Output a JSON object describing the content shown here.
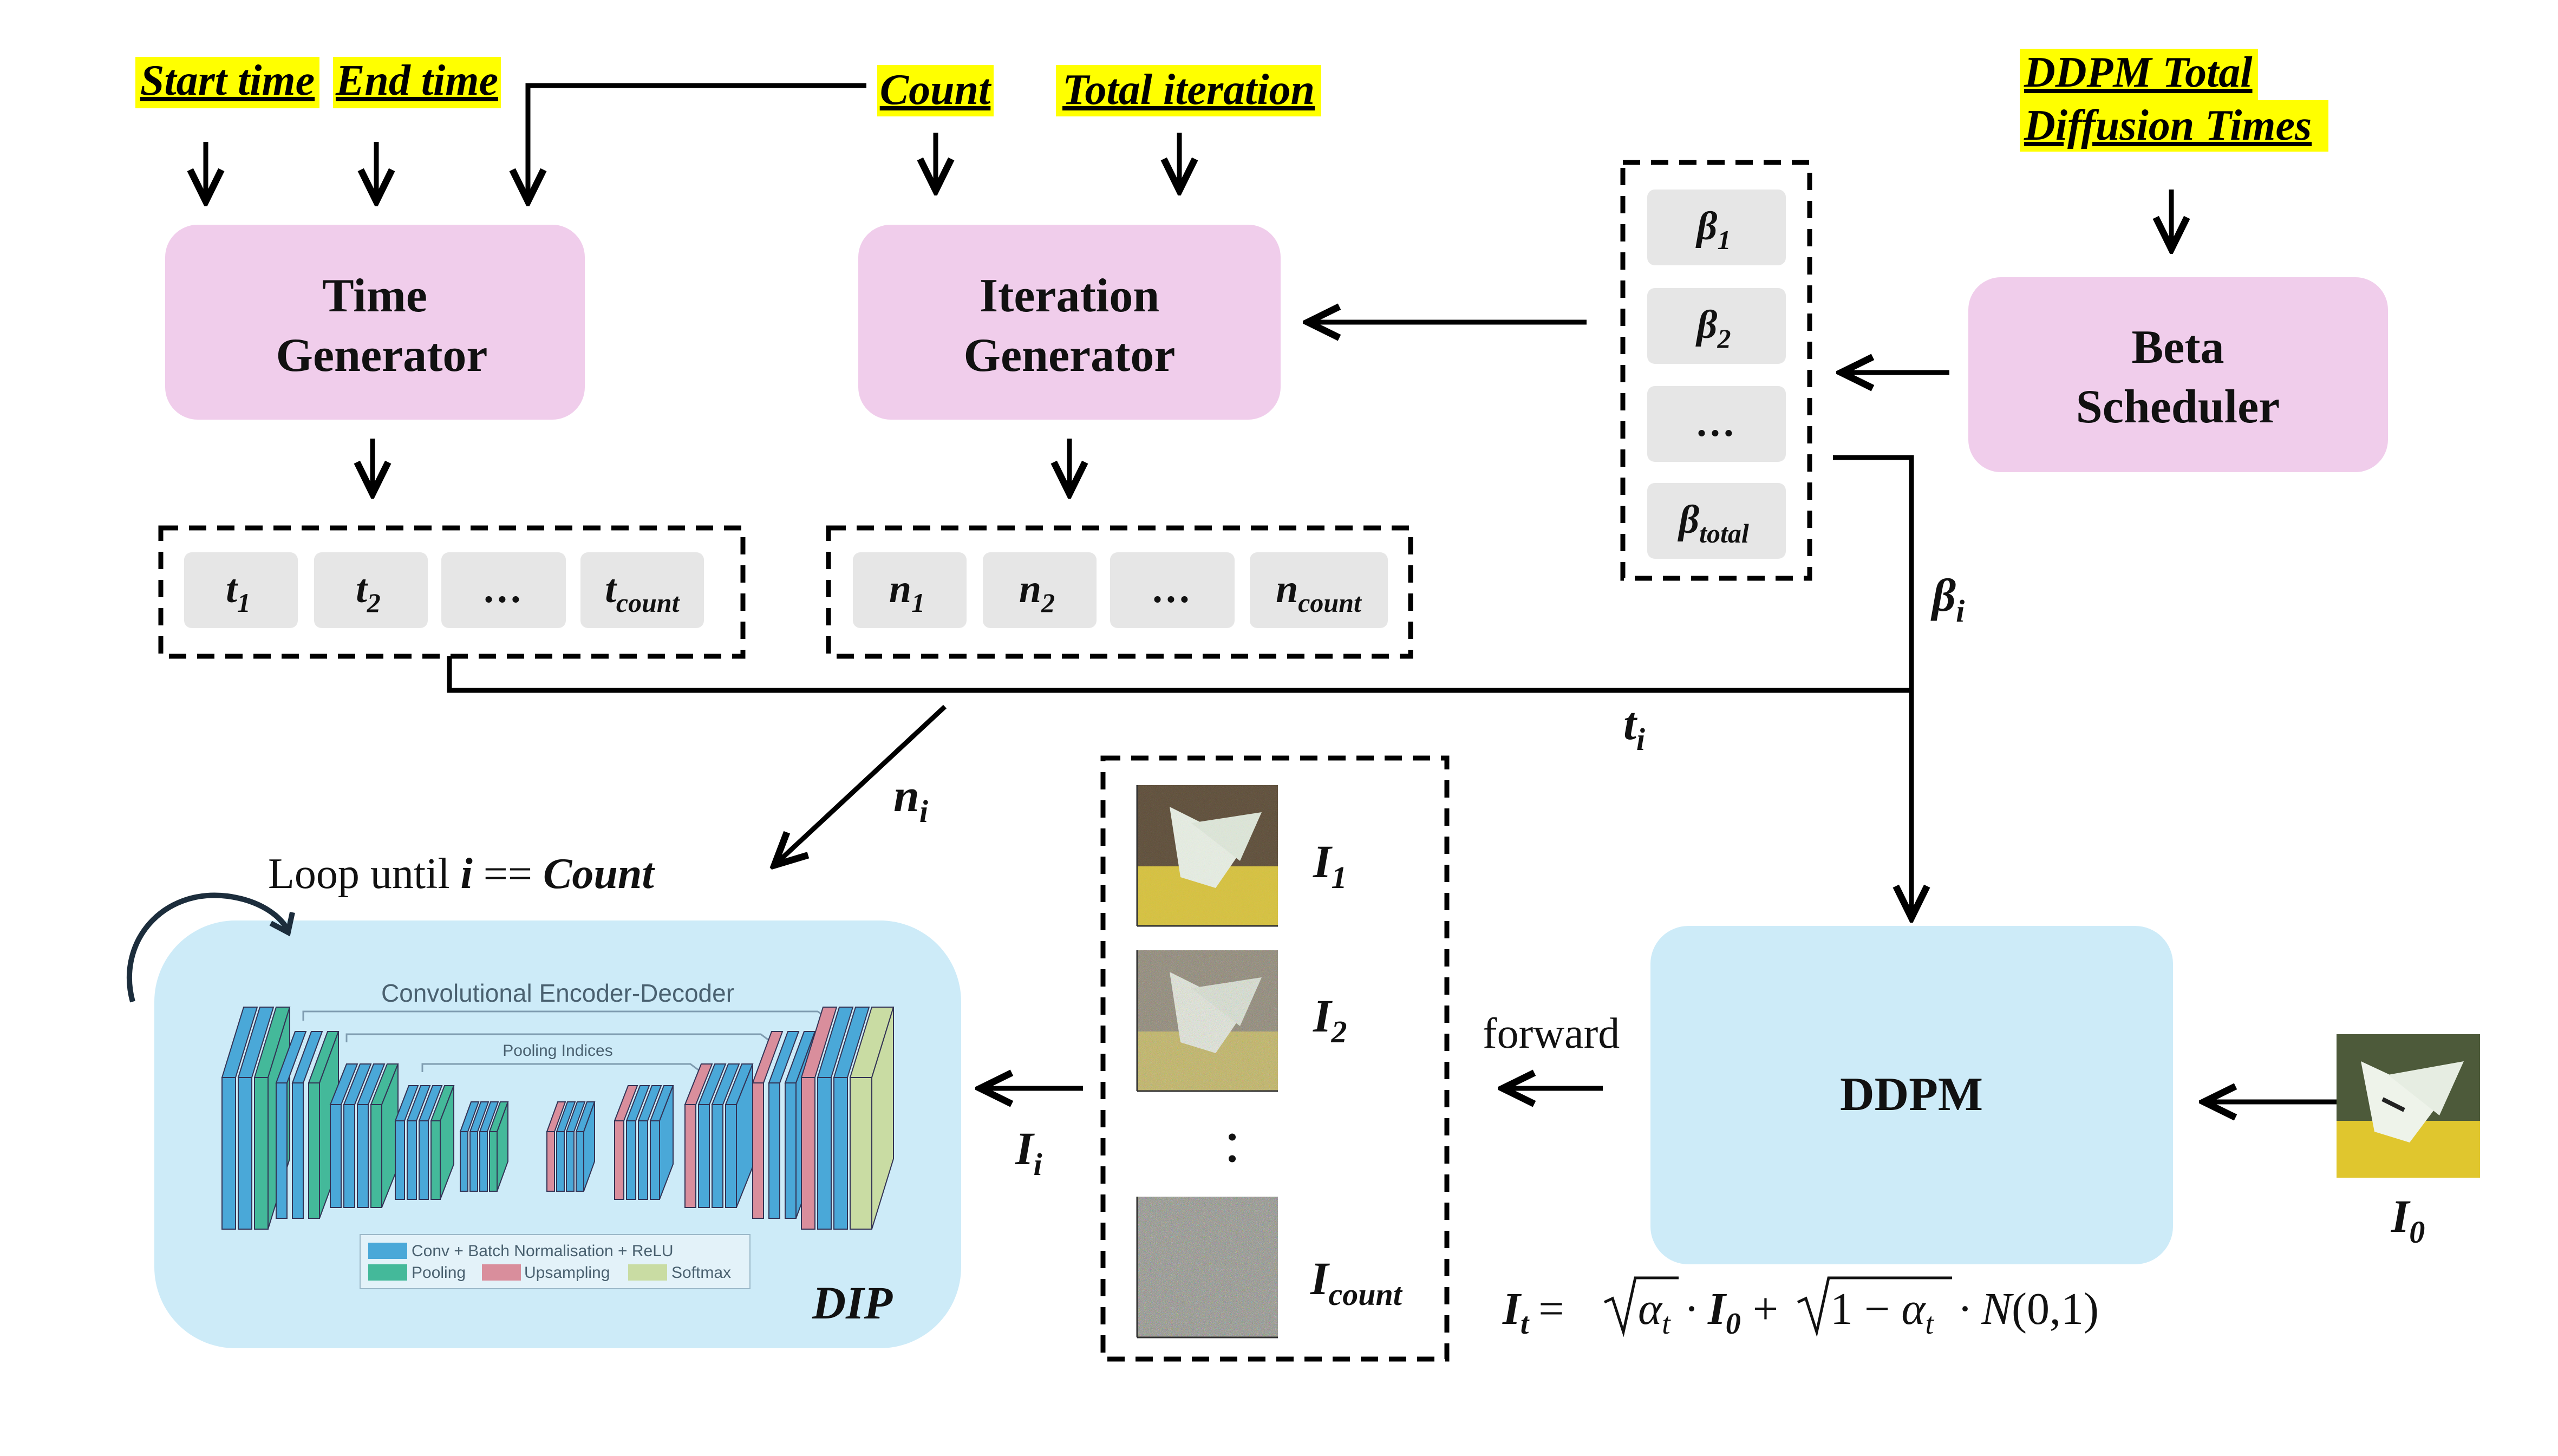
{
  "inputs": {
    "start_time": "Start time",
    "end_time": "End time",
    "count": "Count",
    "total_iteration": "Total iteration",
    "ddpm_total_line1": "DDPM Total",
    "ddpm_total_line2": "Diffusion Times"
  },
  "generators": {
    "time_line1": "Time",
    "time_line2": "Generator",
    "iteration_line1": "Iteration",
    "iteration_line2": "Generator",
    "beta_line1": "Beta",
    "beta_line2": "Scheduler"
  },
  "time_list": {
    "t": "t",
    "subs": [
      "1",
      "2",
      "",
      "count"
    ],
    "dots": "…"
  },
  "iter_list": {
    "n": "n",
    "subs": [
      "1",
      "2",
      "",
      "count"
    ],
    "dots": "…"
  },
  "beta_list": {
    "beta": "β",
    "subs": [
      "1",
      "2",
      "",
      "total"
    ],
    "dots": "…"
  },
  "labels": {
    "beta_i": "β",
    "beta_i_sub": "i",
    "t_i": "t",
    "t_i_sub": "i",
    "n_i": "n",
    "n_i_sub": "i",
    "I_i": "I",
    "I_i_sub": "i",
    "forward": "forward",
    "loop_prefix": "Loop until ",
    "loop_i": "i",
    "loop_eq": " == ",
    "loop_count": "Count"
  },
  "images": {
    "I": "I",
    "subs": [
      "1",
      "2",
      "count"
    ],
    "vdots": ". ."
  },
  "ddpm": {
    "label": "DDPM"
  },
  "input_image": {
    "label": "I",
    "sub": "0"
  },
  "dip": {
    "label": "DIP",
    "title": "Convolutional Encoder-Decoder",
    "pooling_indices": "Pooling Indices",
    "legend": {
      "conv": "Conv + Batch Normalisation + ReLU",
      "pooling": "Pooling",
      "upsampling": "Upsampling",
      "softmax": "Softmax"
    }
  },
  "formula": {
    "lhs": "I",
    "lhs_sub": "t",
    "eq": "=",
    "alpha": "α",
    "alpha_sub": "t",
    "dot": "·",
    "I0": "I",
    "I0_sub": "0",
    "plus": "+",
    "one_minus": "1 − ",
    "N": "N",
    "args": "(0,1)"
  },
  "colors": {
    "highlight": "#ffff00",
    "generator_box": "#f0cdeb",
    "list_cell": "#e6e6e6",
    "module_box": "#cdebf8",
    "conv": "#4aa8d8",
    "pooling": "#44b99a",
    "upsampling": "#d98e9c",
    "softmax": "#c9dca3"
  }
}
